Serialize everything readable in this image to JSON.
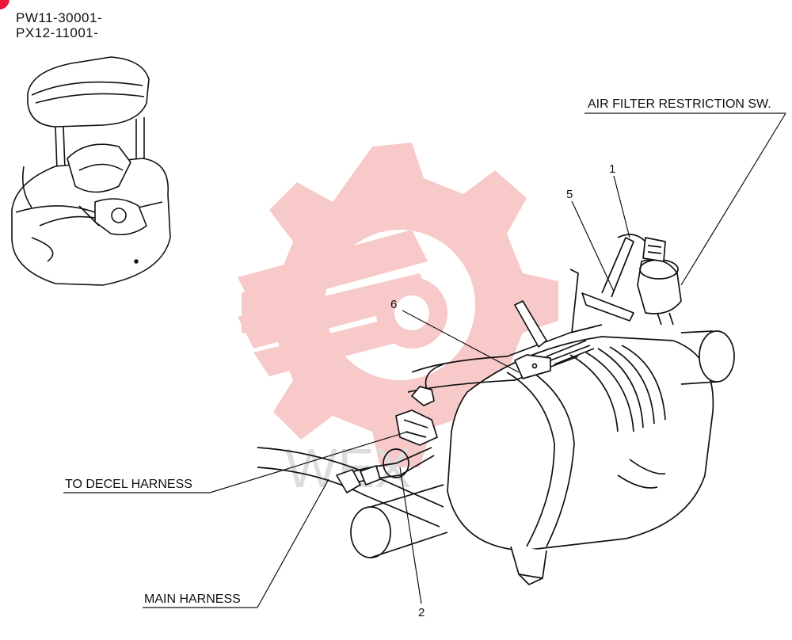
{
  "serials": [
    "PW11-30001-",
    "PX12-11001-"
  ],
  "callouts": {
    "air_filter_sw": "AIR FILTER RESTRICTION SW.",
    "to_decel_harness": "TO DECEL HARNESS",
    "main_harness": "MAIN HARNESS"
  },
  "part_numbers": [
    "1",
    "5",
    "6",
    "2"
  ],
  "watermark_text": "WEX",
  "colors": {
    "corner_mark": "#e8163c",
    "watermark": "#f6b7b7",
    "line_art": "#111111"
  }
}
